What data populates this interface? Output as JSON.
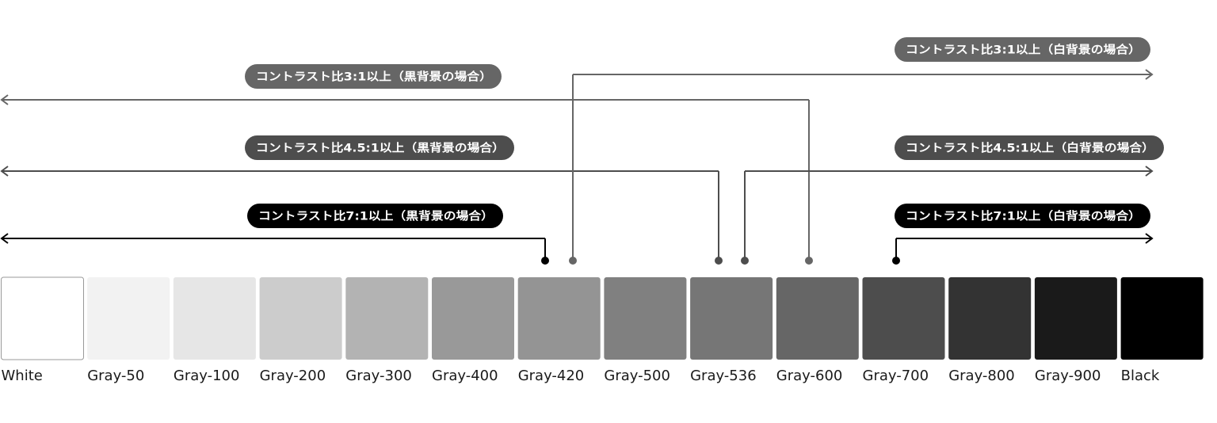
{
  "swatches": [
    {
      "label": "White",
      "color": "#ffffff"
    },
    {
      "label": "Gray-50",
      "color": "#f2f2f2"
    },
    {
      "label": "Gray-100",
      "color": "#e6e6e6"
    },
    {
      "label": "Gray-200",
      "color": "#cccccc"
    },
    {
      "label": "Gray-300",
      "color": "#b3b3b3"
    },
    {
      "label": "Gray-400",
      "color": "#999999"
    },
    {
      "label": "Gray-420",
      "color": "#949494"
    },
    {
      "label": "Gray-500",
      "color": "#808080"
    },
    {
      "label": "Gray-536",
      "color": "#767676"
    },
    {
      "label": "Gray-600",
      "color": "#666666"
    },
    {
      "label": "Gray-700",
      "color": "#4d4d4d"
    },
    {
      "label": "Gray-800",
      "color": "#333333"
    },
    {
      "label": "Gray-900",
      "color": "#1a1a1a"
    },
    {
      "label": "Black",
      "color": "#000000"
    }
  ],
  "thresholds": [
    {
      "id": "dark-3",
      "label": "コントラスト比3:1以上（黒背景の場合）",
      "swatch": "Gray-600",
      "direction": "left",
      "color": "#666666"
    },
    {
      "id": "dark-4-5",
      "label": "コントラスト比4.5:1以上（黒背景の場合）",
      "swatch": "Gray-536",
      "direction": "left",
      "color": "#4d4d4d"
    },
    {
      "id": "dark-7",
      "label": "コントラスト比7:1以上（黒背景の場合）",
      "swatch": "Gray-420",
      "direction": "left",
      "color": "#000000"
    },
    {
      "id": "white-3",
      "label": "コントラスト比3:1以上（白背景の場合）",
      "swatch": "Gray-420",
      "direction": "right",
      "color": "#666666"
    },
    {
      "id": "white-4-5",
      "label": "コントラスト比4.5:1以上（白背景の場合）",
      "swatch": "Gray-536",
      "direction": "right",
      "color": "#4d4d4d"
    },
    {
      "id": "white-7",
      "label": "コントラスト比7:1以上（白背景の場合）",
      "swatch": "Gray-700",
      "direction": "right",
      "color": "#000000"
    }
  ]
}
